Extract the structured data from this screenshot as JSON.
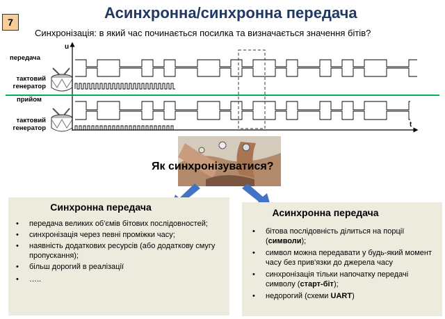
{
  "slide_number": "7",
  "title": "Асинхронна/синхронна передача",
  "subtitle": "Синхронізація: в який час починається посилка та визначається значення бітів?",
  "diagram": {
    "transmit_label": "передача",
    "clock_label_1": "тактовий генератор",
    "receive_label": "прийом",
    "clock_label_2": "тактовий генератор",
    "y_axis": "u",
    "x_axis": "t"
  },
  "question": "Як синхронізуватися?",
  "sync_box": {
    "heading": "Синхронна передача",
    "items": [
      "передача великих об'ємів бітових послідовностей;",
      "синхронізація через певні проміжки часу;",
      "наявність додаткових ресурсів  (або додаткову смугу пропускання);",
      "більш дорогий в реалізації",
      "….."
    ]
  },
  "async_box": {
    "heading": "Асинхронна передача",
    "item1_pre": "бітова послідовність ділиться на порції (",
    "item1_bold": "символи",
    "item1_post": ");",
    "item2": "символ можна передавати у будь-який момент часу без прив'язки до джерела часу",
    "item3_pre": "синхронізація тільки напочатку передачі символу (",
    "item3_bold": "старт-біт",
    "item3_post": ");",
    "item4_pre": "недорогий (схеми ",
    "item4_bold": "UART",
    "item4_post": ")"
  },
  "colors": {
    "title": "#1f3864",
    "divider": "#00b050",
    "arrow": "#4472c4",
    "box_bg": "#ecebde",
    "slide_num_bg": "#f7ce9a"
  }
}
